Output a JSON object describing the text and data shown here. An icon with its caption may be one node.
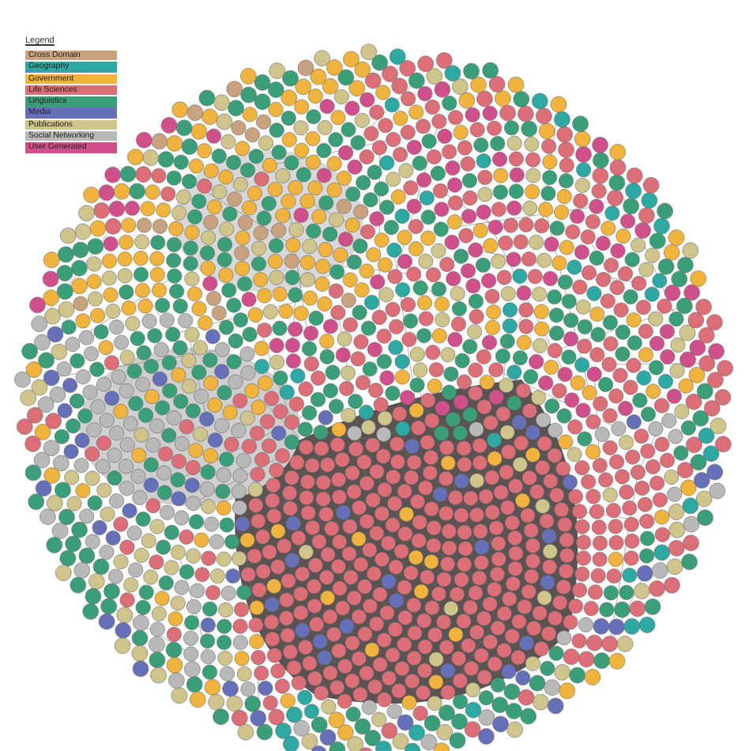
{
  "diagram": {
    "labels": [
      "Legend"
    ],
    "legend": [
      {
        "text": "Cross Domain",
        "color": "#c9a27f"
      },
      {
        "text": "Geography",
        "color": "#2ea8a2"
      },
      {
        "text": "Government",
        "color": "#efb33e"
      },
      {
        "text": "Life Sciences",
        "color": "#dc6e78"
      },
      {
        "text": "Linguistics",
        "color": "#3a9f78"
      },
      {
        "text": "Media",
        "color": "#6670b8"
      },
      {
        "text": "Publications",
        "color": "#cfc48c"
      },
      {
        "text": "Social Networking",
        "color": "#b9b9b9"
      },
      {
        "text": "User Generated",
        "color": "#cf508b"
      }
    ]
  }
}
